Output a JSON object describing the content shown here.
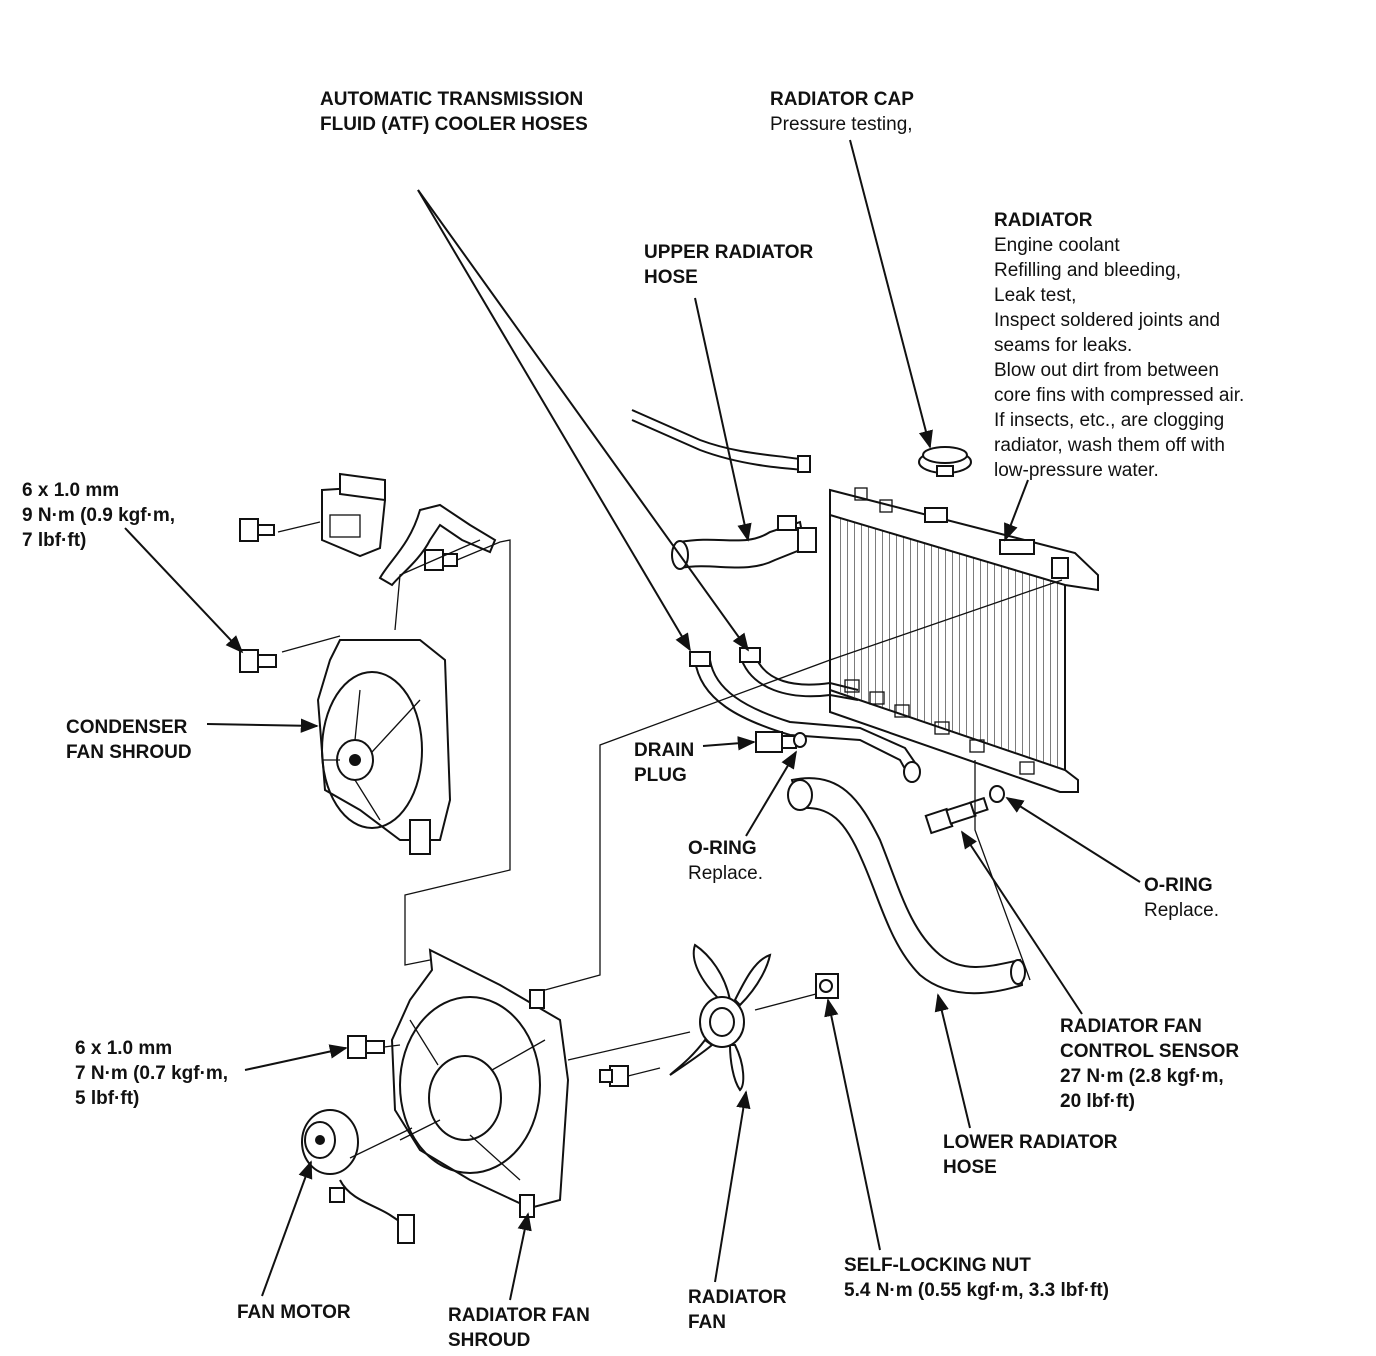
{
  "labels": {
    "atf_hoses": {
      "line1": "AUTOMATIC TRANSMISSION",
      "line2": "FLUID (ATF) COOLER HOSES"
    },
    "radiator_cap": {
      "title": "RADIATOR CAP",
      "note": "Pressure testing,"
    },
    "radiator": {
      "title": "RADIATOR",
      "notes": [
        "Engine coolant",
        "Refilling and bleeding,",
        "Leak test,",
        "Inspect soldered joints and",
        "seams for leaks.",
        "Blow out dirt from between",
        "core fins with compressed air.",
        "If insects, etc., are clogging",
        "radiator, wash them off with",
        "low-pressure water."
      ]
    },
    "upper_hose": {
      "line1": "UPPER RADIATOR",
      "line2": "HOSE"
    },
    "bolt_top": {
      "line1": "6 x 1.0 mm",
      "line2": "9 N·m (0.9 kgf·m,",
      "line3": "7 lbf·ft)"
    },
    "condenser_shroud": {
      "line1": "CONDENSER",
      "line2": "FAN SHROUD"
    },
    "drain_plug": {
      "line1": "DRAIN",
      "line2": "PLUG"
    },
    "oring_left": {
      "title": "O-RING",
      "note": "Replace."
    },
    "oring_right": {
      "title": "O-RING",
      "note": "Replace."
    },
    "bolt_bottom": {
      "line1": "6 x 1.0 mm",
      "line2": "7 N·m (0.7 kgf·m,",
      "line3": "5 lbf·ft)"
    },
    "fan_sensor": {
      "line1": "RADIATOR FAN",
      "line2": "CONTROL SENSOR",
      "line3": "27 N·m (2.8 kgf·m,",
      "line4": "20 lbf·ft)"
    },
    "lower_hose": {
      "line1": "LOWER RADIATOR",
      "line2": "HOSE"
    },
    "nut": {
      "line1": "SELF-LOCKING NUT",
      "line2": "5.4 N·m (0.55 kgf·m, 3.3 lbf·ft)"
    },
    "fan_motor": {
      "line1": "FAN MOTOR"
    },
    "radiator_fan_shroud": {
      "line1": "RADIATOR FAN",
      "line2": "SHROUD"
    },
    "radiator_fan": {
      "line1": "RADIATOR",
      "line2": "FAN"
    }
  }
}
